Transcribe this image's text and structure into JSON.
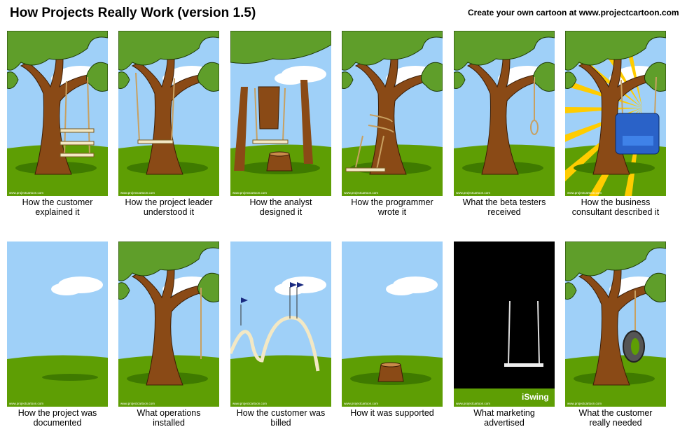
{
  "title": "How Projects Really Work (version 1.5)",
  "credit": "Create your own cartoon at www.projectcartoon.com",
  "watermark": "www.projectcartoon.com",
  "colors": {
    "sky": "#9fd0f8",
    "grass": "#5e9e04",
    "foliage": "#5f9e2a",
    "trunk": "#8a4a16",
    "sun": "#ffcc00",
    "chair": "#2a62c8"
  },
  "panels": [
    {
      "caption_line1": "How the customer",
      "caption_line2": "explained it"
    },
    {
      "caption_line1": "How the project leader",
      "caption_line2": "understood it"
    },
    {
      "caption_line1": "How the analyst",
      "caption_line2": "designed it"
    },
    {
      "caption_line1": "How the programmer",
      "caption_line2": "wrote it"
    },
    {
      "caption_line1": "What the beta testers",
      "caption_line2": "received"
    },
    {
      "caption_line1": "How the business",
      "caption_line2": "consultant described it"
    },
    {
      "caption_line1": "How the project was",
      "caption_line2": "documented"
    },
    {
      "caption_line1": "What operations",
      "caption_line2": "installed"
    },
    {
      "caption_line1": "How the customer was",
      "caption_line2": "billed"
    },
    {
      "caption_line1": "How it was supported",
      "caption_line2": ""
    },
    {
      "caption_line1": "What marketing",
      "caption_line2": "advertised",
      "brand": "iSwing"
    },
    {
      "caption_line1": "What the customer",
      "caption_line2": "really needed"
    }
  ]
}
